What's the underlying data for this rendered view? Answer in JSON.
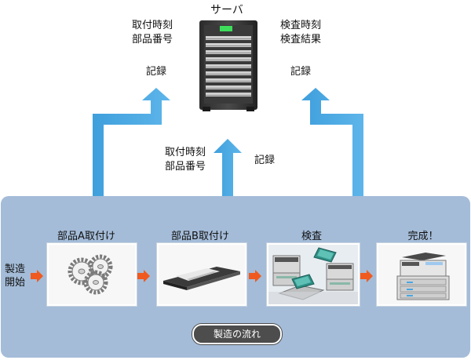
{
  "server": {
    "title": "サーバ",
    "left_info": [
      "取付時刻",
      "部品番号"
    ],
    "left_record": "記録",
    "right_info": [
      "検査時刻",
      "検査結果"
    ],
    "right_record": "記録"
  },
  "middle": {
    "info": [
      "取付時刻",
      "部品番号"
    ],
    "record": "記録"
  },
  "flow": {
    "start": [
      "製造",
      "開始"
    ],
    "steps": [
      {
        "title": "部品A取付け",
        "icon": "gears-icon"
      },
      {
        "title": "部品B取付け",
        "icon": "plate-icon"
      },
      {
        "title": "検査",
        "icon": "inspection-machines-icon"
      },
      {
        "title": "完成！",
        "icon": "copier-icon"
      }
    ],
    "label": "製造の流れ"
  },
  "colors": {
    "arrow_blue": "#4aa6e0",
    "flow_arrow": "#f05a1e",
    "panel": "#a4bcd8",
    "pill": "#4d4d4d"
  }
}
